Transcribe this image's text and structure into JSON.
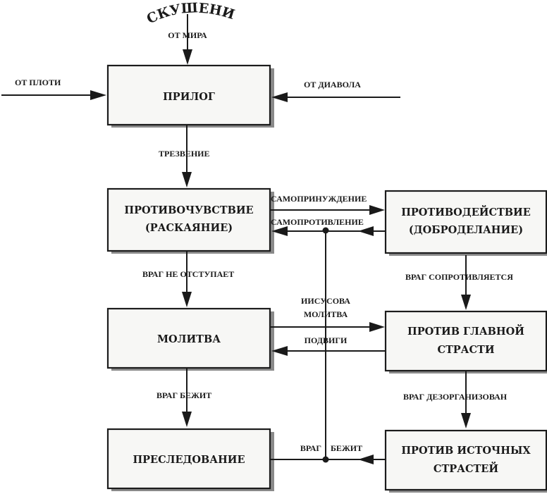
{
  "title": "ИСКУШЕНИЯ",
  "sources": {
    "world": "ОТ  МИРА",
    "flesh": "ОТ ПЛОТИ",
    "devil": "ОТ ДИАВОЛА"
  },
  "boxes": {
    "prilog": [
      "ПРИЛОГ"
    ],
    "protivochuvstvie": [
      "ПРОТИВОЧУВСТВИЕ",
      "(РАСКАЯНИЕ)"
    ],
    "protivodeystvie": [
      "ПРОТИВОДЕЙСТВИЕ",
      "(ДОБРОДЕЛАНИЕ)"
    ],
    "molitva": [
      "МОЛИТВА"
    ],
    "protiv_glavnoy": [
      "ПРОТИВ ГЛАВНОЙ",
      "СТРАСТИ"
    ],
    "presledovanie": [
      "ПРЕСЛЕДОВАНИЕ"
    ],
    "protiv_istochnykh": [
      "ПРОТИВ ИСТОЧНЫХ",
      "СТРАСТЕЙ"
    ]
  },
  "edges": {
    "trezvenie": "ТРЕЗВЕНИЕ",
    "samoprinuzhdenie": "САМОПРИНУЖДЕНИЕ",
    "samoprotivlenie": "САМОПРОТИВЛЕНИЕ",
    "vrag_ne_otstupaet": "ВРАГ НЕ  ОТСТУПАЕТ",
    "vrag_soprotivlyaetsya": "ВРАГ СОПРОТИВЛЯЕТСЯ",
    "iisusova_1": "ИИСУСОВА",
    "iisusova_2": "МОЛИТВА",
    "podvigi": "ПОДВИГИ",
    "vrag_bezhit": "ВРАГ БЕЖИТ",
    "vrag_dezorganizovan": "ВРАГ  ДЕЗОРГАНИЗОВАН",
    "vrag_bezhit_2a": "ВРАГ",
    "vrag_bezhit_2b": "БЕЖИТ"
  }
}
